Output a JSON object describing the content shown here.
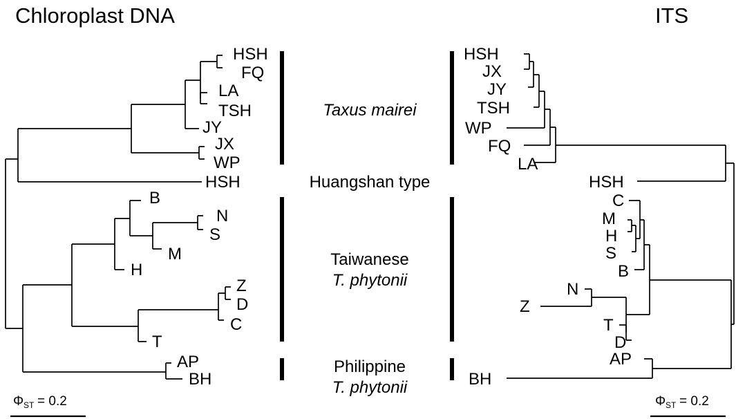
{
  "left": {
    "title": "Chloroplast DNA",
    "leaves": {
      "hsh1": "HSH",
      "fq": "FQ",
      "la": "LA",
      "tsh": "TSH",
      "jy": "JY",
      "jx": "JX",
      "wp": "WP",
      "hsh2": "HSH",
      "b": "B",
      "n": "N",
      "s": "S",
      "m": "M",
      "h": "H",
      "z": "Z",
      "d": "D",
      "c": "C",
      "t": "T",
      "ap": "AP",
      "bh": "BH"
    },
    "scale": {
      "symbol": "Φ",
      "subscript": "ST",
      "value": "= 0.2"
    }
  },
  "right": {
    "title": "ITS",
    "leaves": {
      "hsh1": "HSH",
      "jx": "JX",
      "jy": "JY",
      "tsh": "TSH",
      "wp": "WP",
      "fq": "FQ",
      "la": "LA",
      "hsh2": "HSH",
      "c": "C",
      "m": "M",
      "h": "H",
      "s": "S",
      "b": "B",
      "n": "N",
      "z": "Z",
      "t": "T",
      "d": "D",
      "ap": "AP",
      "bh": "BH"
    },
    "scale": {
      "symbol": "Φ",
      "subscript": "ST",
      "value": "= 0.2"
    }
  },
  "groups": {
    "taxus_mairei": "Taxus mairei",
    "huangshan": "Huangshan type",
    "taiwanese_line1": "Taiwanese",
    "taiwanese_line2": "T. phytonii",
    "philippine_line1": "Philippine",
    "philippine_line2": "T. phytonii"
  }
}
